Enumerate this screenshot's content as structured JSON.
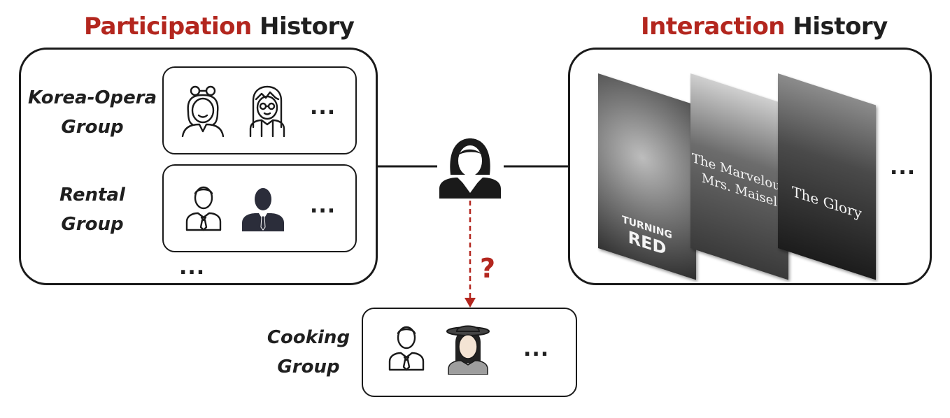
{
  "participation_title": {
    "highlight": "Participation",
    "rest": "History"
  },
  "interaction_title": {
    "highlight": "Interaction",
    "rest": "History"
  },
  "groups": [
    {
      "label_line1": "Korea-Opera",
      "label_line2": "Group",
      "more": "..."
    },
    {
      "label_line1": "Rental",
      "label_line2": "Group",
      "more": "..."
    }
  ],
  "participation_more": "...",
  "target_group": {
    "label_line1": "Cooking",
    "label_line2": "Group",
    "more": "..."
  },
  "question_mark": "?",
  "posters": [
    {
      "title_line1": "TURNING",
      "title_line2": "RED"
    },
    {
      "title_line1": "The Marvelous",
      "title_line2": "Mrs. Maisel"
    },
    {
      "title_line1": "The Glory",
      "title_line2": ""
    }
  ],
  "interaction_more": "...",
  "colors": {
    "accent": "#b3261e",
    "outline": "#1a1a1a"
  }
}
